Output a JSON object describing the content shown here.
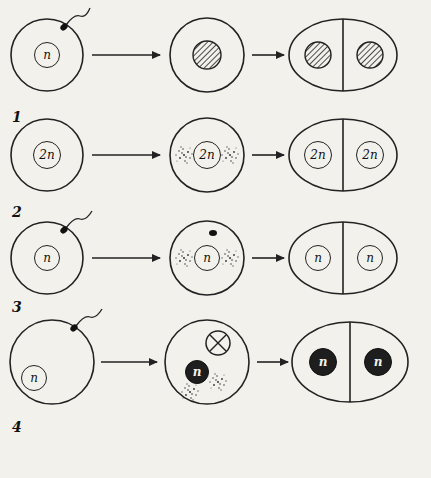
{
  "diagram": {
    "nodes": [
      {
        "text": [
          "n"
        ]
      },
      {
        "text": [
          "2n"
        ]
      },
      {
        "text": [
          "2n"
        ]
      },
      {
        "text": [
          "2n"
        ]
      },
      {
        "text": [
          "2n"
        ]
      },
      {
        "text": [
          "n"
        ]
      },
      {
        "text": [
          "n"
        ]
      },
      {
        "text": [
          "n"
        ]
      },
      {
        "text": [
          "n"
        ]
      },
      {
        "text": [
          "n"
        ]
      },
      {
        "text": [
          "n"
        ]
      },
      {
        "text": [
          "n"
        ]
      },
      {
        "text": [
          "n"
        ]
      }
    ],
    "labels": [
      "1",
      "2",
      "3",
      "4"
    ]
  }
}
